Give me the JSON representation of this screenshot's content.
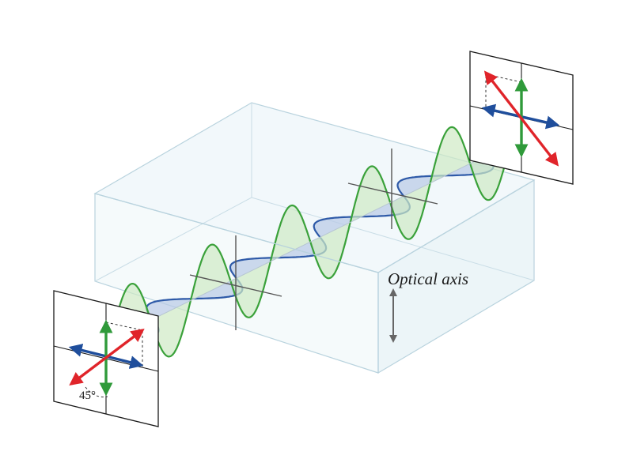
{
  "labels": {
    "optical_axis": "Optical axis",
    "angle": "45°"
  },
  "colors": {
    "background": "#ffffff",
    "crystal_fill": "#e8f3f7",
    "crystal_edge": "#b9d3de",
    "ordinary_wave_stroke": "#2e5aa8",
    "ordinary_wave_fill": "#b8c9e6",
    "extraordinary_wave_stroke": "#3aa13a",
    "extraordinary_wave_fill": "#cfe9c4",
    "resultant_arrow": "#e0242a",
    "horizontal_arrow": "#1f4e9c",
    "vertical_arrow": "#2f9a3a",
    "axis_arrow": "#666666",
    "plate_frame": "#1a1a1a"
  },
  "icons": {
    "axis_indicator": "double-headed-arrow"
  }
}
